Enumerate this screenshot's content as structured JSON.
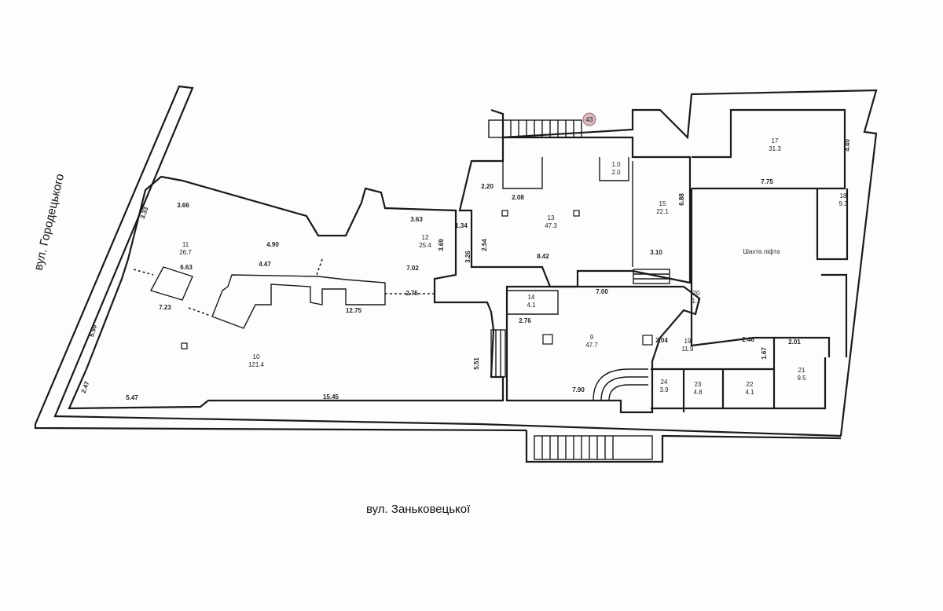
{
  "streets": {
    "left": "вул. Городецького",
    "bottom": "вул. Заньковецької"
  },
  "marker": {
    "label": "43",
    "color": "#c9a0a8"
  },
  "rooms": [
    {
      "no": "11",
      "area": "26.7"
    },
    {
      "no": "12",
      "area": "25.4"
    },
    {
      "no": "13",
      "area": "47.3"
    },
    {
      "no": "15",
      "area": "22.1"
    },
    {
      "no": "17",
      "area": "31.3"
    },
    {
      "no": "18",
      "area": "9.3"
    },
    {
      "no": "14",
      "area": "4.1"
    },
    {
      "no": "9",
      "area": "47.7"
    },
    {
      "no": "20",
      "area": "1.2"
    },
    {
      "no": "19",
      "area": "11.9"
    },
    {
      "no": "21",
      "area": "9.5"
    },
    {
      "no": "22",
      "area": "4.1"
    },
    {
      "no": "23",
      "area": "4.8"
    },
    {
      "no": "24",
      "area": "3.9"
    },
    {
      "no": "10",
      "area": "121.4"
    },
    {
      "no": "1.0",
      "area": "2.0"
    }
  ],
  "lift_shaft": "Шахта ліфта",
  "dimensions": [
    "3.66",
    "3.33",
    "4.90",
    "6.63",
    "4.47",
    "7.23",
    "12.75",
    "2.75",
    "3.63",
    "1.34",
    "7.02",
    "3.69",
    "3.26",
    "2.54",
    "2.20",
    "2.08",
    "8.42",
    "3.10",
    "6.88",
    "7.75",
    "4.40",
    "7.00",
    "2.76",
    "5.51",
    "7.90",
    "2.04",
    "2.46",
    "2.01",
    "1.67",
    "5.50",
    "2.47",
    "5.47",
    "15.45"
  ]
}
